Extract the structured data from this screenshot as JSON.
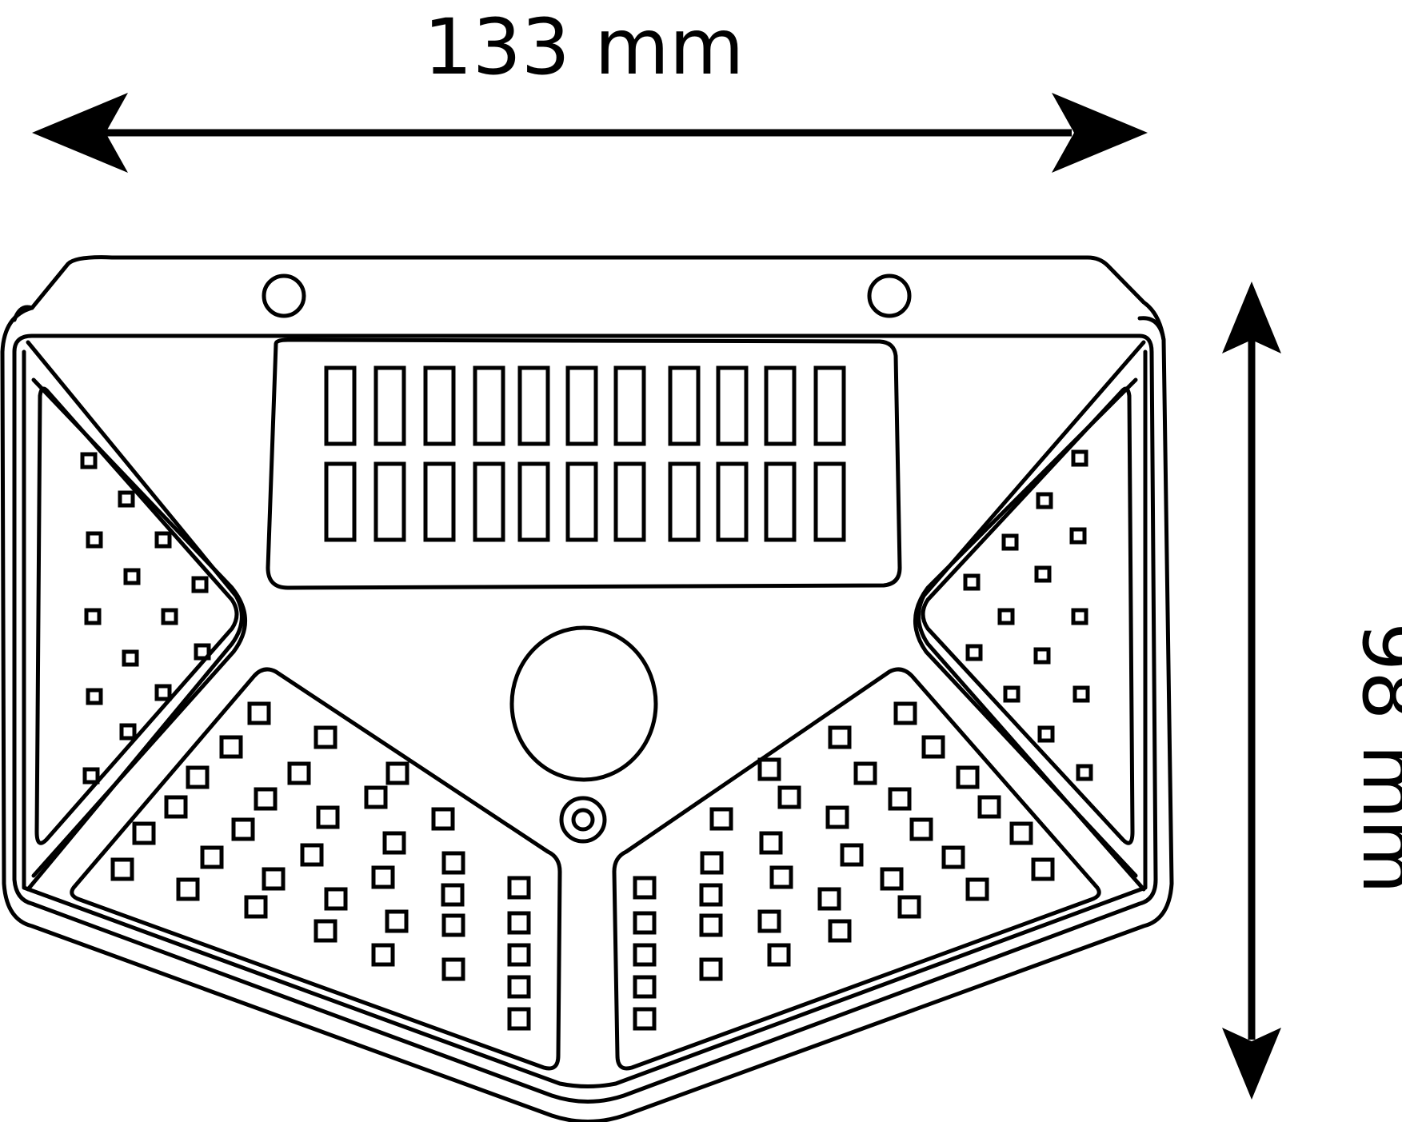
{
  "dimensions": {
    "width_label": "133 mm",
    "height_label": "98 mm"
  },
  "device": {
    "mounting_holes": 2,
    "solar_cell_rows": 2,
    "solar_cells_per_row": 11,
    "has_pir_sensor": true,
    "has_light_sensor": true,
    "led_panels": [
      "left",
      "bottom-left",
      "bottom-right",
      "right"
    ]
  },
  "colors": {
    "line": "#000000",
    "background": "#ffffff"
  }
}
